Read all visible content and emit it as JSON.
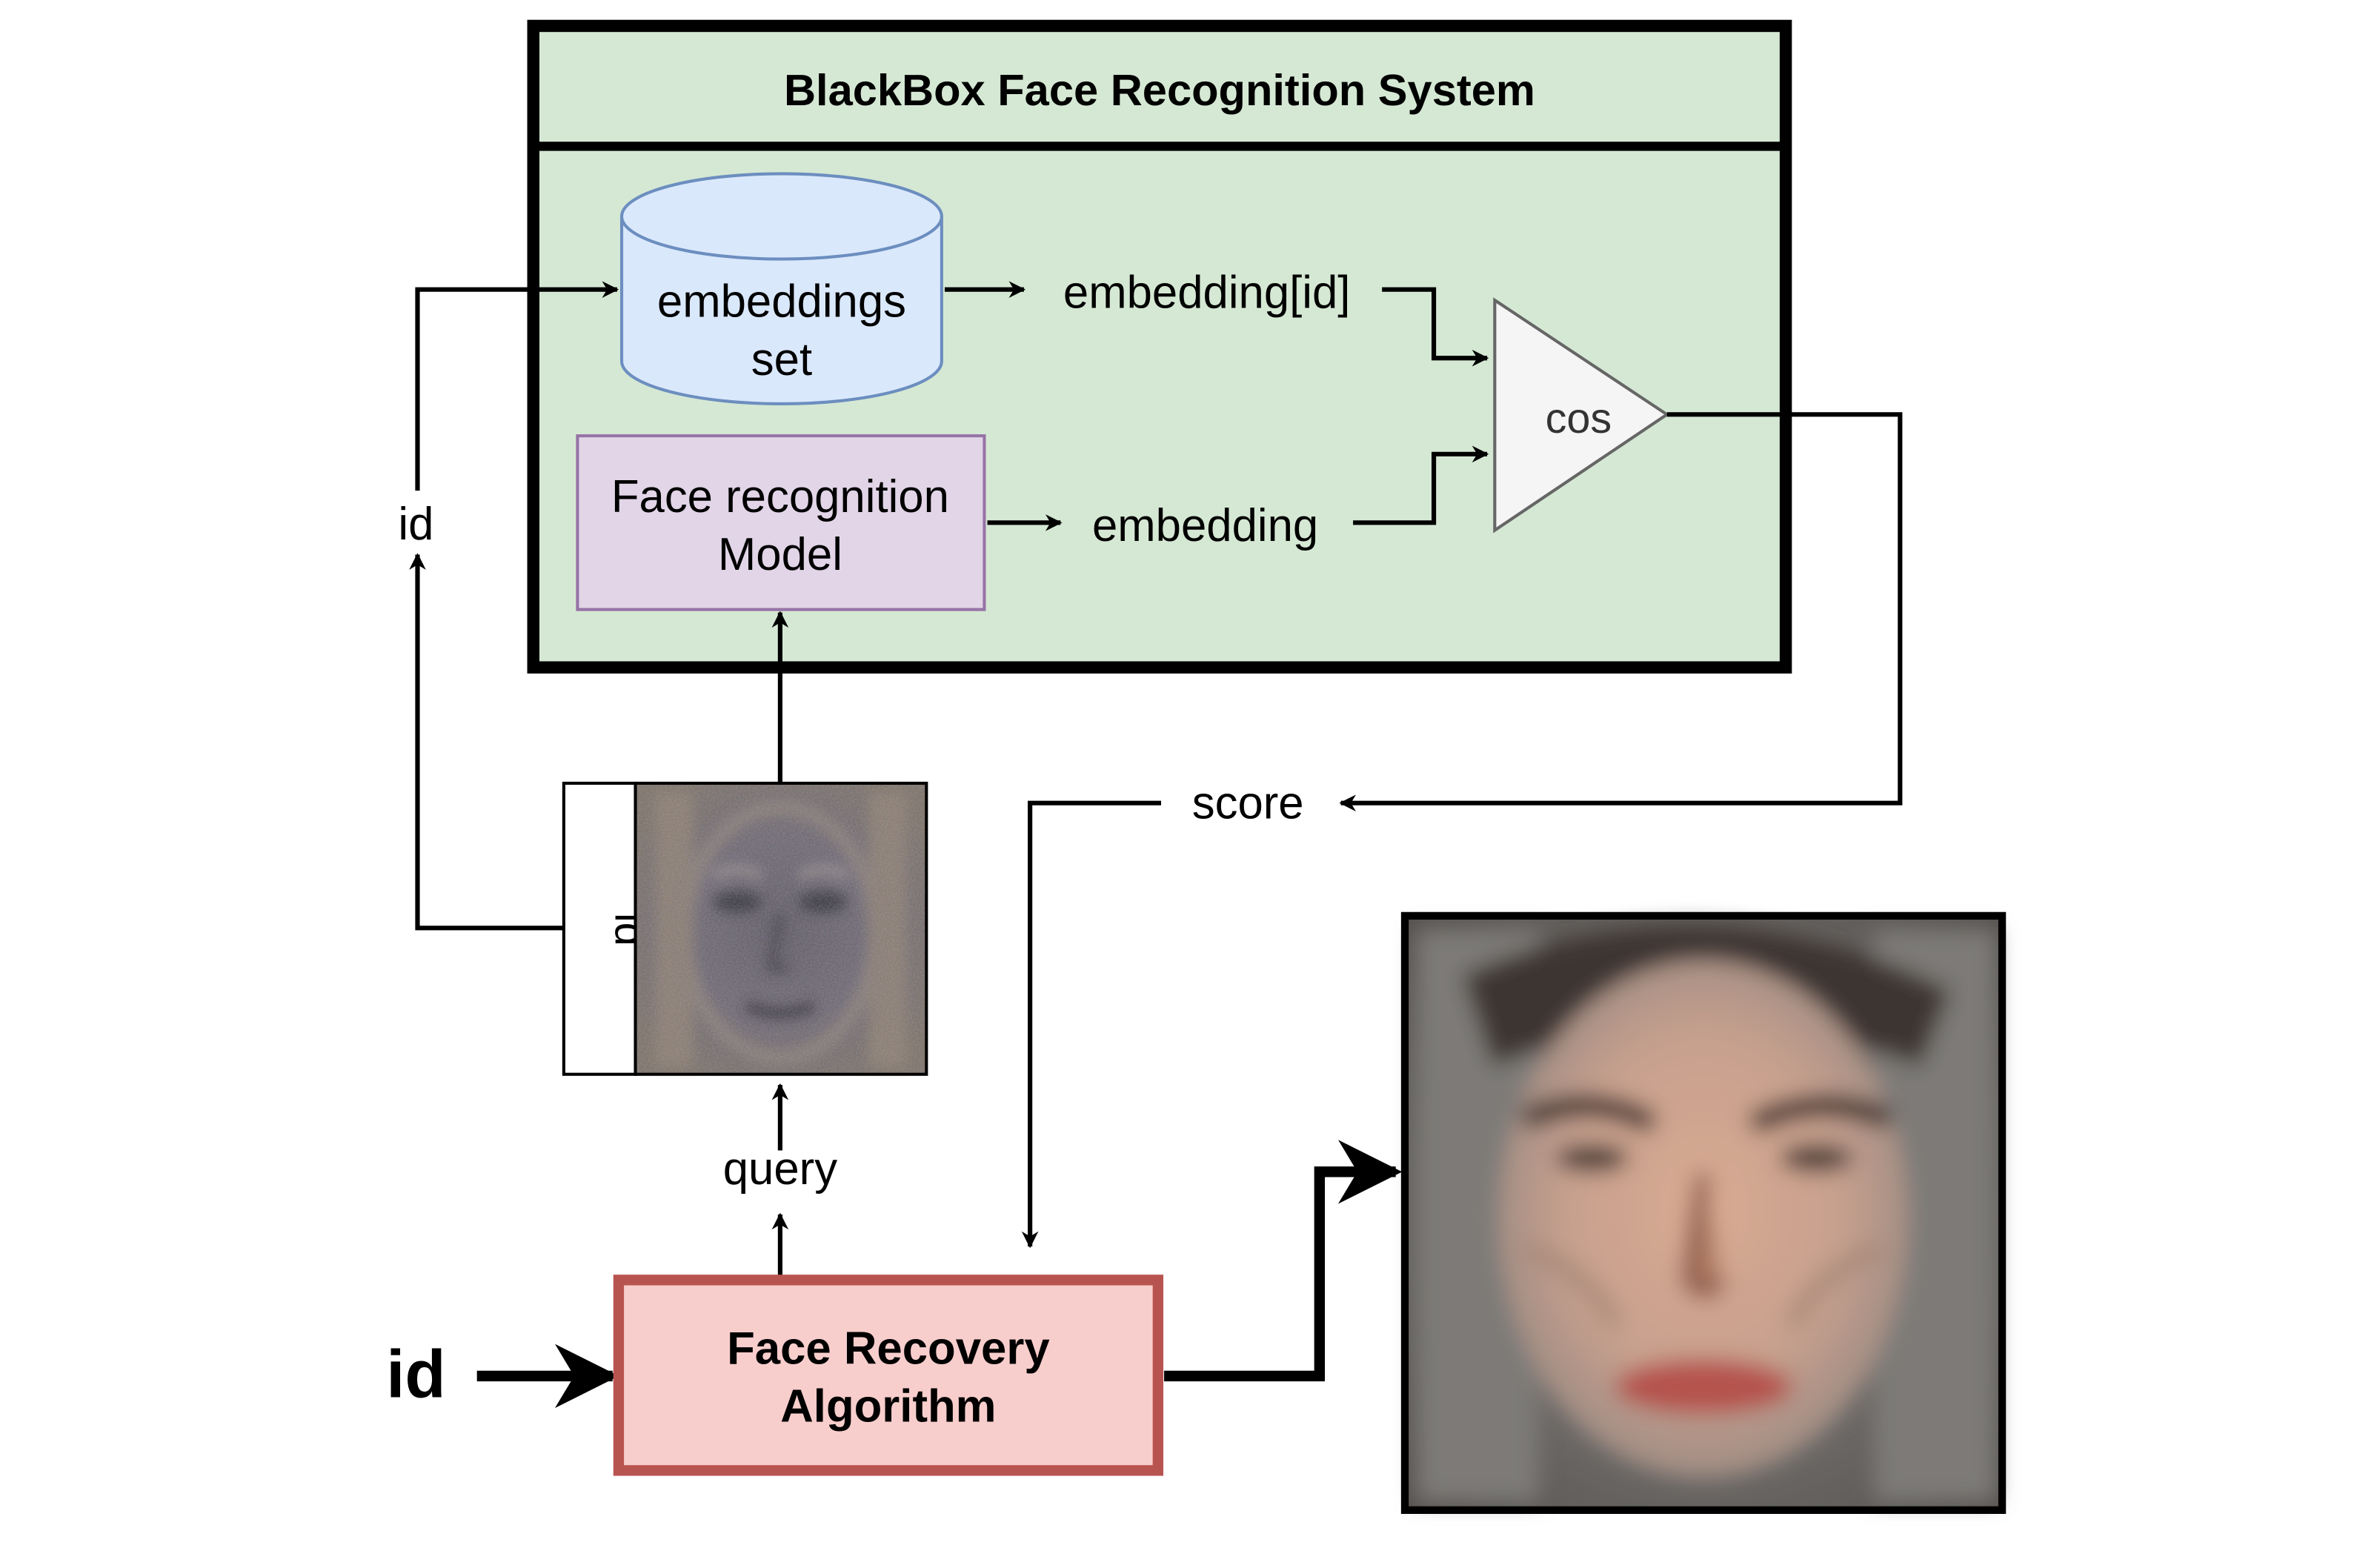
{
  "blackbox": {
    "title": "BlackBox Face Recognition System",
    "fill": "#d5e8d4",
    "border": "#000000"
  },
  "embeddings_set": {
    "line1": "embeddings",
    "line2": "set",
    "fill": "#dae8fc",
    "stroke": "#6c8ebf"
  },
  "model": {
    "line1": "Face recognition",
    "line2": "Model",
    "fill": "#e1d5e7",
    "stroke": "#9673a6"
  },
  "labels": {
    "embedding_id": "embedding[id]",
    "embedding": "embedding",
    "cos": "cos",
    "score": "score",
    "id_side": "id",
    "id_vertical": "id",
    "query": "query",
    "id_input": "id"
  },
  "recovery": {
    "line1": "Face Recovery",
    "line2": "Algorithm",
    "fill": "#f8cecc",
    "stroke": "#b85450"
  },
  "images": {
    "query_face": "noisy-query-face-image",
    "recovered_face": "recovered-face-image"
  }
}
